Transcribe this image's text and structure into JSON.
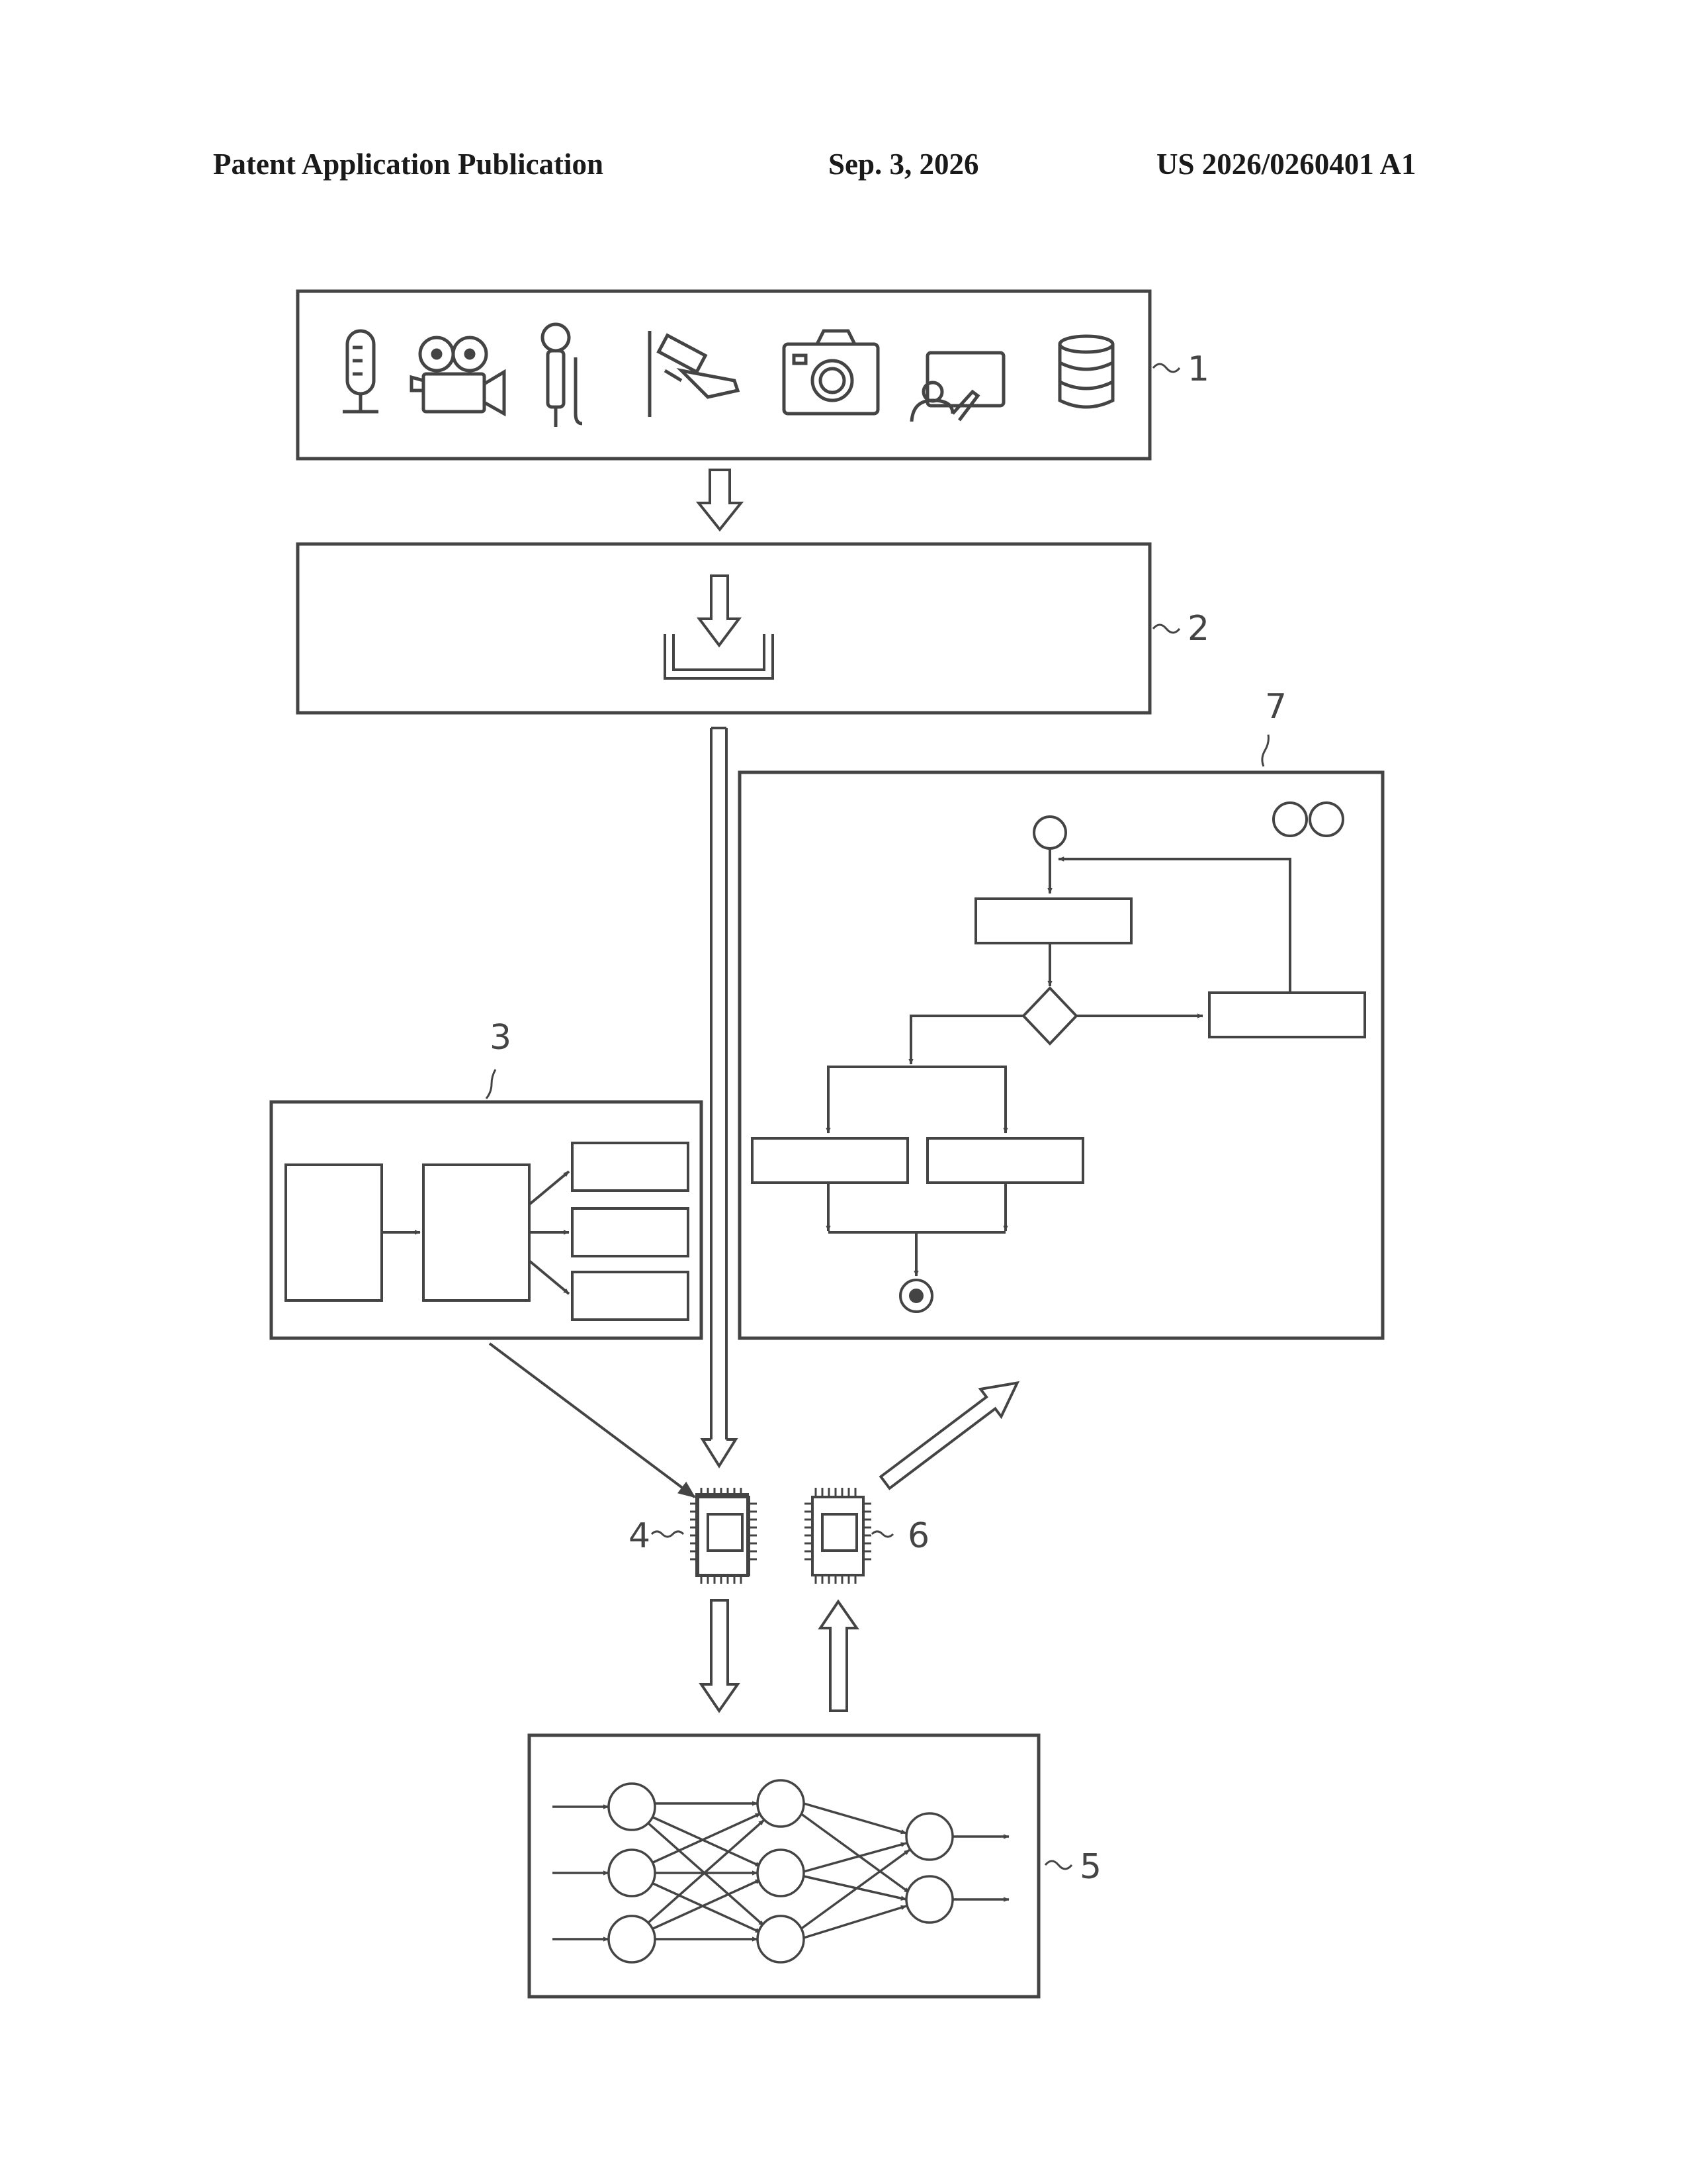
{
  "header": {
    "left": "Patent Application Publication",
    "center": "Sep. 3, 2026",
    "right": "US 2026/0260401 A1"
  },
  "references": {
    "r1": "1",
    "r2": "2",
    "r3": "3",
    "r4": "4",
    "r5": "5",
    "r6": "6",
    "r7": "7"
  },
  "block1": {
    "icons": [
      "microphone-icon",
      "video-camera-icon",
      "handheld-microphone-icon",
      "surveillance-camera-icon",
      "photo-camera-icon",
      "touch-screen-icon",
      "database-icon"
    ]
  },
  "block2": {
    "icon": "download-tray-icon"
  },
  "colors": {
    "line": "#444444",
    "background": "#ffffff"
  }
}
